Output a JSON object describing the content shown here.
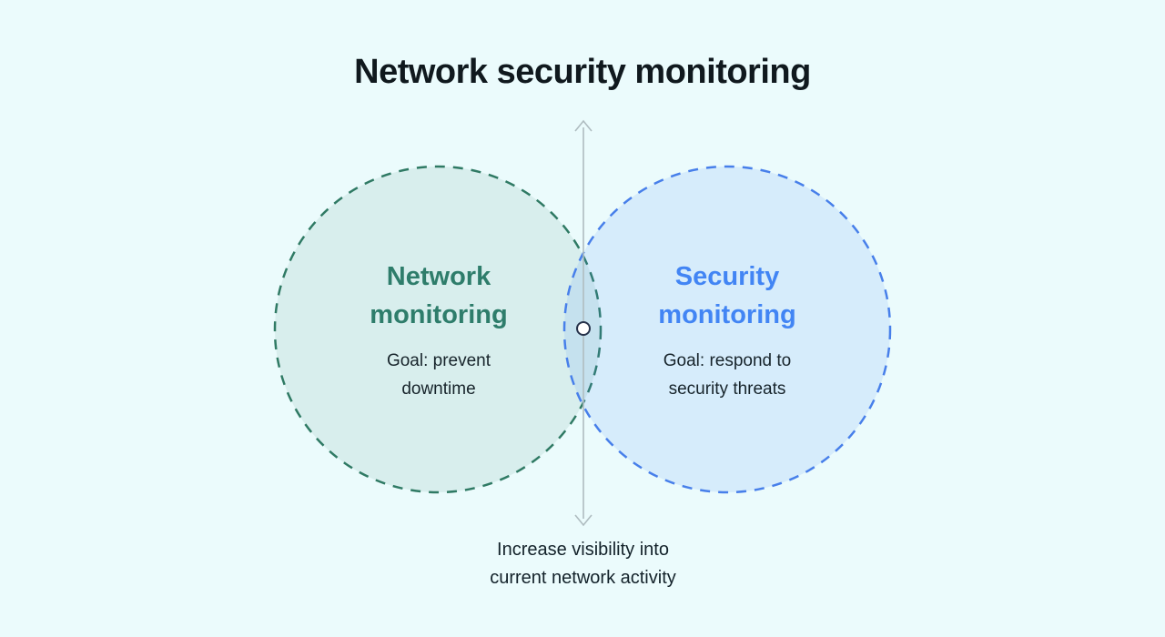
{
  "title": "Network security monitoring",
  "diagram": {
    "left_circle": {
      "heading": "Network\nmonitoring",
      "goal": "Goal: prevent\ndowntime"
    },
    "right_circle": {
      "heading": "Security\nmonitoring",
      "goal": "Goal: respond to\nsecurity threats"
    },
    "axis_caption": "Increase visibility into\ncurrent network activity"
  },
  "colors": {
    "background": "#EBFBFC",
    "left_circle_stroke": "#2F7A64",
    "left_circle_fill": "rgba(47,125,105,0.10)",
    "left_heading_text": "#2E7D6B",
    "right_circle_stroke": "#477FEA",
    "right_circle_fill": "rgba(66,133,244,0.12)",
    "right_heading_text": "#4285F4",
    "arrow": "#AFBCC0",
    "intersection_dot_stroke": "#26324B",
    "title_text": "#10191E",
    "body_text": "#17242B"
  }
}
